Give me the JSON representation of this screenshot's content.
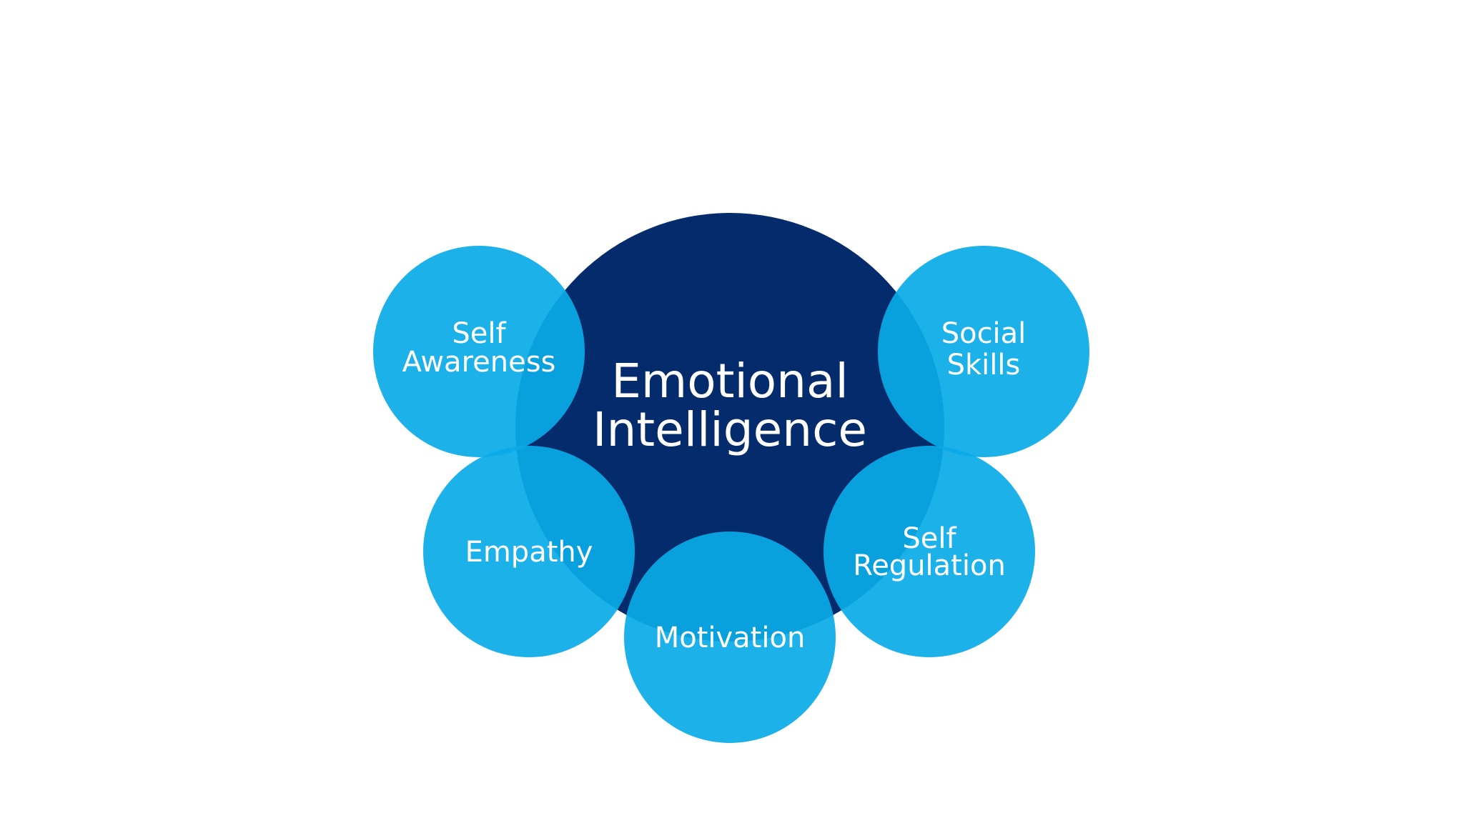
{
  "diagram": {
    "center": {
      "lines": [
        "Emotional",
        "Intelligence"
      ],
      "color": "#042b6b"
    },
    "outer_circles": {
      "color": "#0aaae8",
      "items": [
        {
          "id": "self-awareness",
          "lines": [
            "Self",
            "Awareness"
          ]
        },
        {
          "id": "social-skills",
          "lines": [
            "Social",
            "Skills"
          ]
        },
        {
          "id": "empathy",
          "lines": [
            "Empathy"
          ]
        },
        {
          "id": "motivation",
          "lines": [
            "Motivation"
          ]
        },
        {
          "id": "self-regulation",
          "lines": [
            "Self",
            "Regulation"
          ]
        }
      ]
    }
  }
}
